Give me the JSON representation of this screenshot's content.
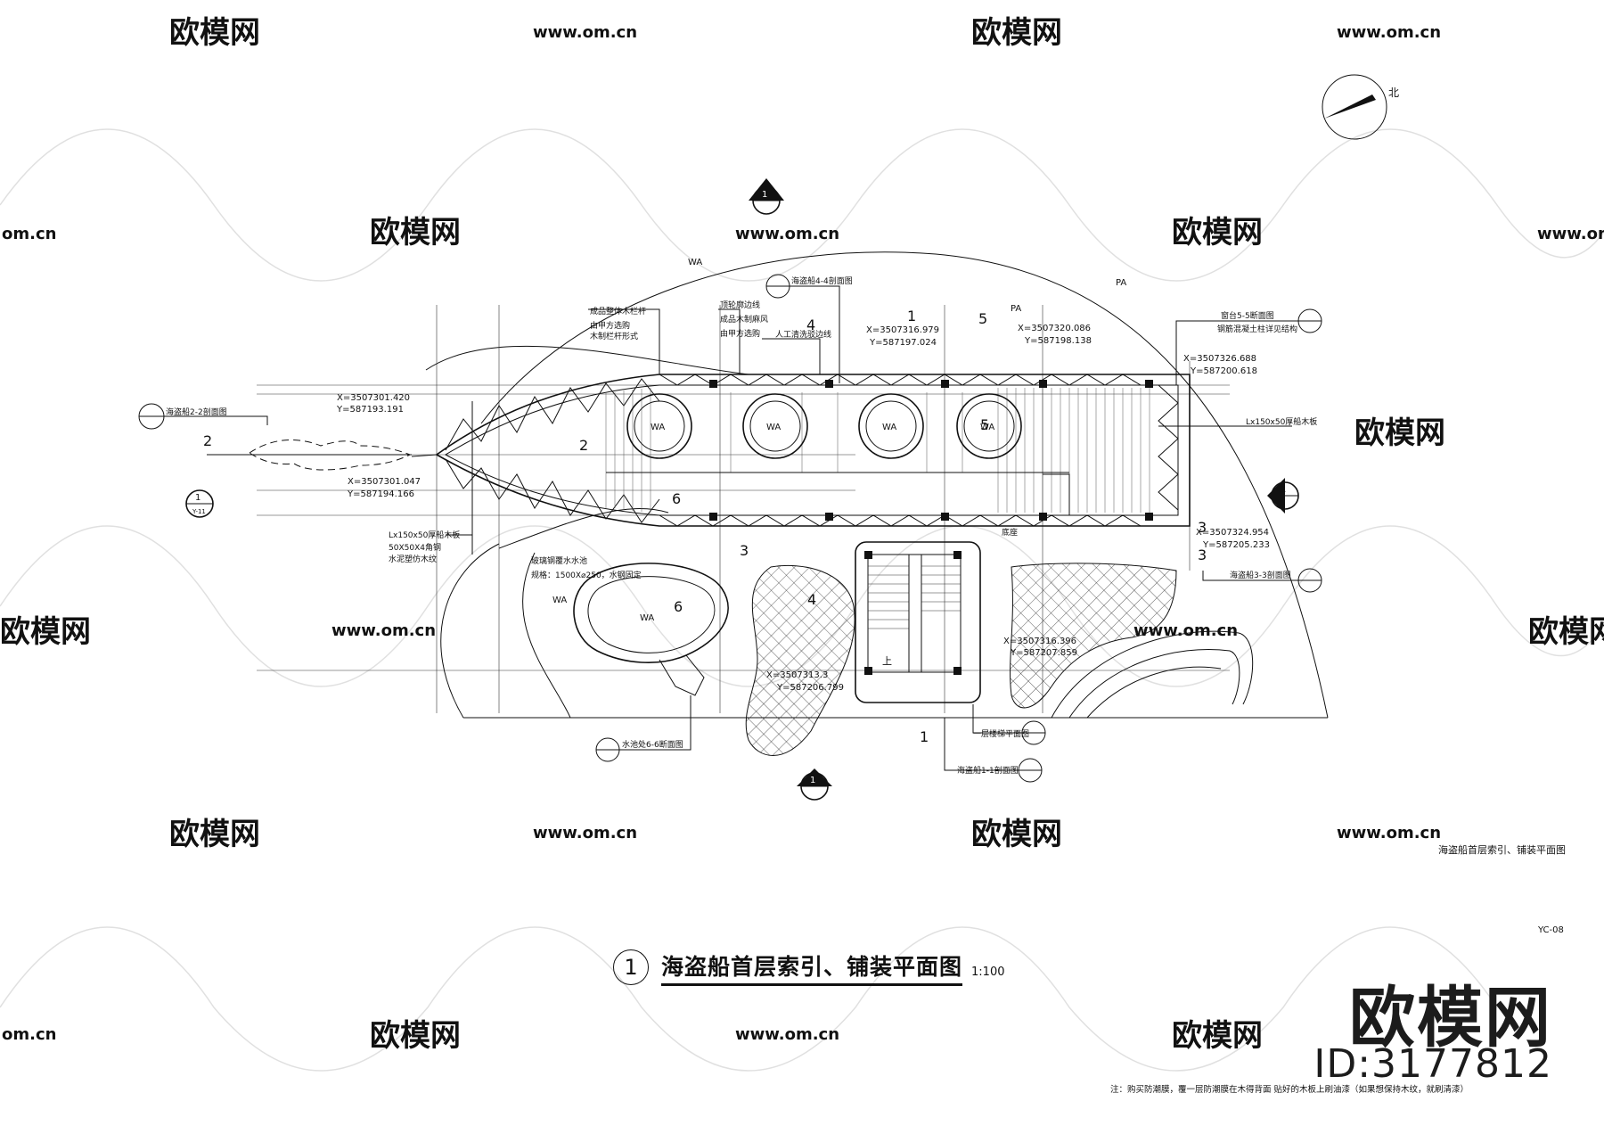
{
  "drawing": {
    "title_number": "1",
    "title": "海盗船首层索引、铺装平面图",
    "scale": "1:100",
    "sheet_label": "海盗船首层索引、铺装平面图",
    "sheet_code": "YC-08",
    "north_label": "北",
    "note": "注：购买防潮膜，覆一层防潮膜在木得背面 贴好的木板上刷油漆（如果想保持木纹，就刷清漆）"
  },
  "watermark": {
    "brand": "欧模网",
    "url": "www.om.cn",
    "url_partial": "om.cn",
    "id": "ID:3177812"
  },
  "zones": {
    "water": "WA",
    "paving": "PA"
  },
  "callouts": {
    "c_2_2": "海盗船2-2剖面图",
    "c_4_4": "海盗船4-4剖面图",
    "c_5_5": "窗台5-5断面图",
    "c_3_3": "海盗船3-3剖面图",
    "c_6_6": "水池处6-6断面图",
    "c_1_1": "海盗船1-1剖面图",
    "c_stair": "一层楼梯平面图",
    "rail_a": "成品整体木栏杆",
    "rail_b": "由甲方选购",
    "rail_c": "木制栏杆形式",
    "top_a": "顶轮廓边线",
    "top_b": "成品木制麻风",
    "top_c": "由甲方选购",
    "artificial": "人工清洗驳边线",
    "steel": "钢筋混凝土柱详见结构",
    "plank": "Lx150x50厚船木板",
    "hull_1": "Lx150x50厚船木板",
    "hull_2": "50X50X4角钢",
    "hull_3": "水泥塑仿木纹",
    "pool_1": "玻璃钢覆水水池",
    "pool_2": "规格：1500X⌀250，水钢固定",
    "dense": "底座",
    "down": "上"
  },
  "marks": {
    "a1": "1",
    "a2": "2",
    "a3": "3",
    "a4": "4",
    "a5": "5",
    "a6": "6",
    "sym_top": "1",
    "sym_bottom": "1",
    "sym_right": "1",
    "sym_left": "1",
    "sym_sub": "Y-11"
  },
  "coordinates": {
    "p1x": "X=3507301.420",
    "p1y": "Y=587193.191",
    "p2x": "X=3507301.047",
    "p2y": "Y=587194.166",
    "p3x": "X=3507316.979",
    "p3y": "Y=587197.024",
    "p4x": "X=3507320.086",
    "p4y": "Y=587198.138",
    "p5x": "X=3507326.688",
    "p5y": "Y=587200.618",
    "p6x": "X=3507324.954",
    "p6y": "Y=587205.233",
    "p7x": "X=3507316.396",
    "p7y": "Y=587207.859",
    "p8x": "X=3507313.3",
    "p8y": "Y=587206.799"
  }
}
